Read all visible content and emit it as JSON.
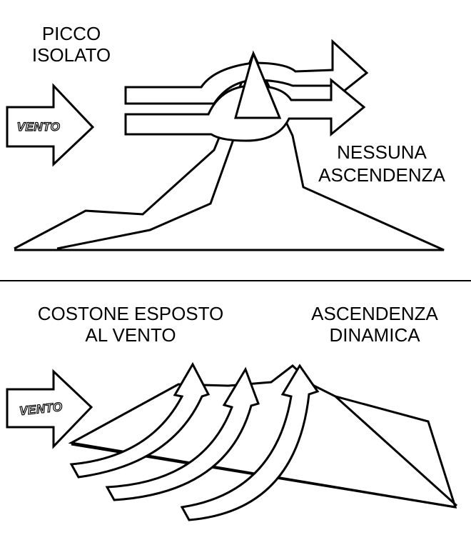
{
  "top_panel": {
    "title_line1": "PICCO",
    "title_line2": "ISOLATO",
    "wind_label": "VENTO",
    "result_line1": "NESSUNA",
    "result_line2": "ASCENDENZA"
  },
  "bottom_panel": {
    "title_line1": "COSTONE  ESPOSTO",
    "title_line2": "AL  VENTO",
    "wind_label": "VENTO",
    "result_line1": "ASCENDENZA",
    "result_line2": "DINAMICA"
  },
  "colors": {
    "ink": "#000000",
    "paper": "#ffffff"
  }
}
